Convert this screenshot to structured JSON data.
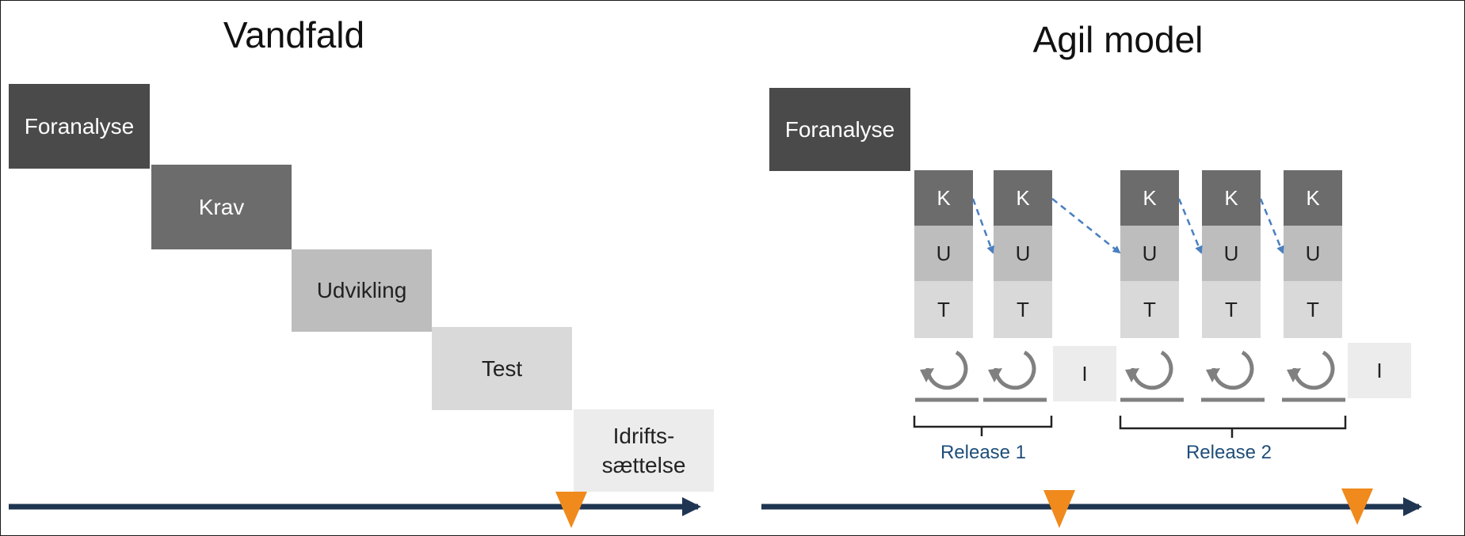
{
  "waterfall": {
    "title": "Vandfald",
    "phases": [
      "Foranalyse",
      "Krav",
      "Udvikling",
      "Test",
      "Idrifts-\nsættelse"
    ]
  },
  "agile": {
    "title": "Agil model",
    "foranalyse": "Foranalyse",
    "k": "K",
    "u": "U",
    "t": "T",
    "i": "I",
    "release1": "Release 1",
    "release2": "Release 2"
  },
  "colors": {
    "dark": "#4a4a4a",
    "medium_dark": "#6c6c6c",
    "medium": "#bdbdbd",
    "light": "#d9d9d9",
    "lightest": "#ececec",
    "timeline": "#1f3552",
    "milestone": "#f08a1c",
    "dependency_arrow": "#4a7fc1",
    "release_label": "#1f4e79"
  },
  "icons": [
    "cycle-icon",
    "milestone-marker-icon",
    "dependency-arrow-icon"
  ]
}
